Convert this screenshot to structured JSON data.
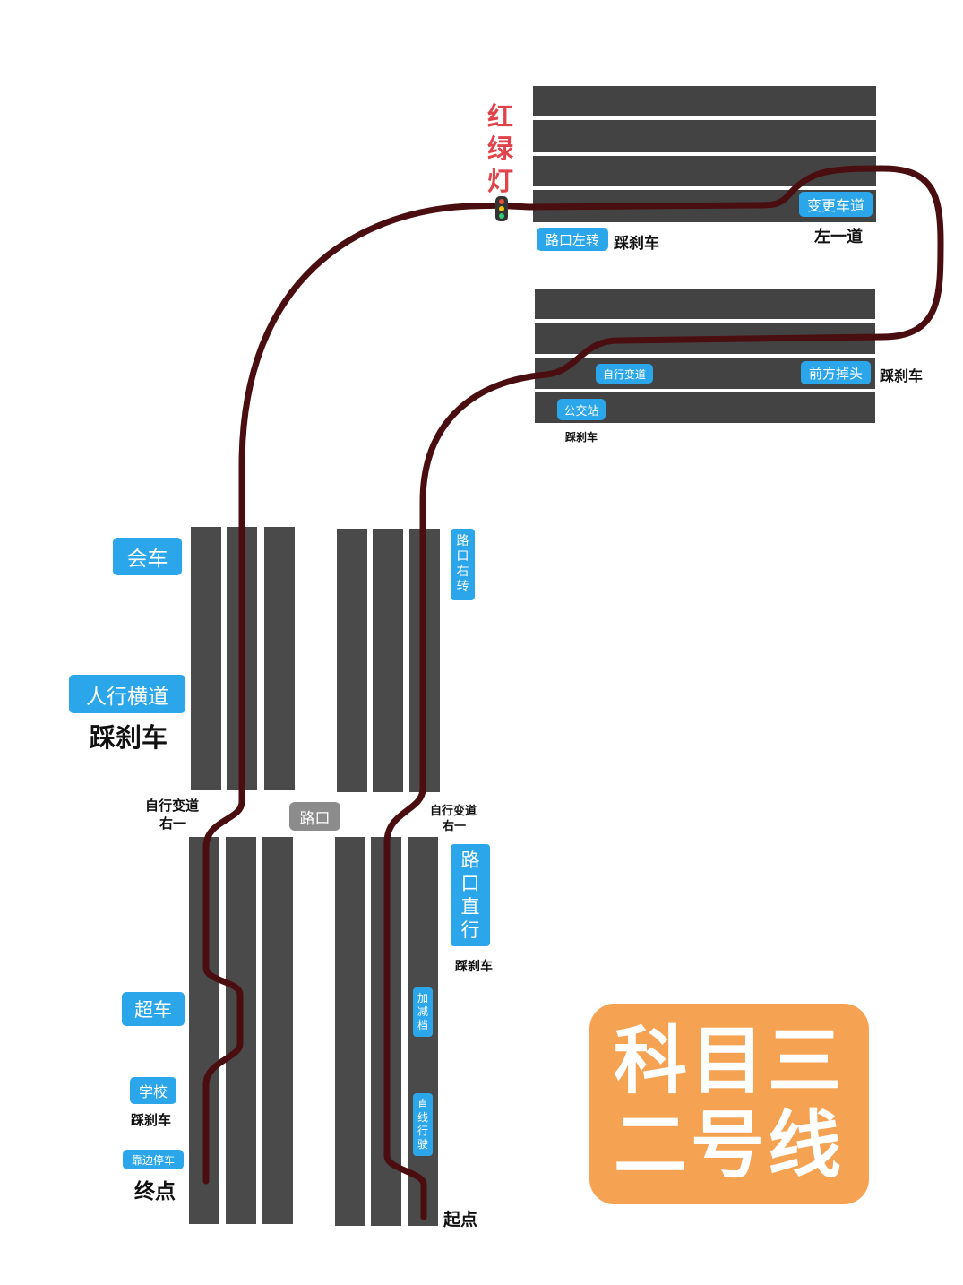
{
  "colors": {
    "route": "#4a0d10",
    "road": "#4a4a4a",
    "label_bg": "#2ba6ea",
    "title_bg": "#f5a253",
    "traffic_light_text": "#e0434a"
  },
  "title": {
    "line1": "科目三",
    "line2": "二号线"
  },
  "traffic_light": {
    "chars": [
      "红",
      "绿",
      "灯"
    ],
    "icon": "traffic-light-icon"
  },
  "labels": {
    "left_turn": "路口左转",
    "left_turn_brake": "踩刹车",
    "change_lane": "变更车道",
    "left_one": "左一道",
    "self_change_top": "自行变道",
    "u_turn": "前方掉头",
    "u_turn_brake": "踩刹车",
    "bus_stop": "公交站",
    "bus_stop_brake": "踩刹车",
    "meeting": "会车",
    "crosswalk": "人行横道",
    "crosswalk_brake": "踩刹车",
    "right_turn": [
      "路",
      "口",
      "右",
      "转"
    ],
    "self_change_left_1": "自行变道",
    "self_change_left_2": "右一",
    "intersection": "路口",
    "self_change_right_1": "自行变道",
    "self_change_right_2": "右一",
    "straight": [
      "路",
      "口",
      "直",
      "行"
    ],
    "straight_brake": "踩刹车",
    "shift": [
      "加",
      "减",
      "档"
    ],
    "straight_drive": [
      "直",
      "线",
      "行",
      "驶"
    ],
    "overtake": "超车",
    "school": "学校",
    "school_brake": "踩刹车",
    "pull_over": "靠边停车",
    "end": "终点",
    "start": "起点"
  }
}
